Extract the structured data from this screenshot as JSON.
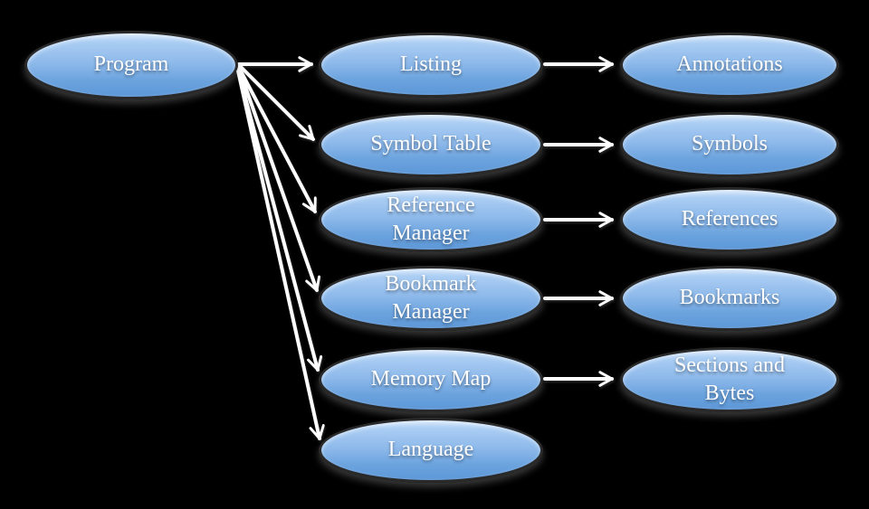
{
  "diagram": {
    "root": {
      "label": "Program"
    },
    "rows": [
      {
        "source": "Listing",
        "target": "Annotations"
      },
      {
        "source": "Symbol Table",
        "target": "Symbols"
      },
      {
        "source": "Reference Manager",
        "target": "References"
      },
      {
        "source": "Bookmark Manager",
        "target": "Bookmarks"
      },
      {
        "source": "Memory Map",
        "target": "Sections and Bytes"
      },
      {
        "source": "Language"
      }
    ],
    "relations": [
      {
        "from": "Program",
        "to": "Listing"
      },
      {
        "from": "Program",
        "to": "Symbol Table"
      },
      {
        "from": "Program",
        "to": "Reference Manager"
      },
      {
        "from": "Program",
        "to": "Bookmark Manager"
      },
      {
        "from": "Program",
        "to": "Memory Map"
      },
      {
        "from": "Program",
        "to": "Language"
      },
      {
        "from": "Listing",
        "to": "Annotations"
      },
      {
        "from": "Symbol Table",
        "to": "Symbols"
      },
      {
        "from": "Reference Manager",
        "to": "References"
      },
      {
        "from": "Bookmark Manager",
        "to": "Bookmarks"
      },
      {
        "from": "Memory Map",
        "to": "Sections and Bytes"
      }
    ],
    "colors": {
      "background": "#000000",
      "node_fill_top": "#aacdf3",
      "node_fill_bottom": "#5d97d7",
      "node_border": "#2a2a2a",
      "label_text": "#ffffff",
      "arrow": "#ffffff"
    }
  }
}
